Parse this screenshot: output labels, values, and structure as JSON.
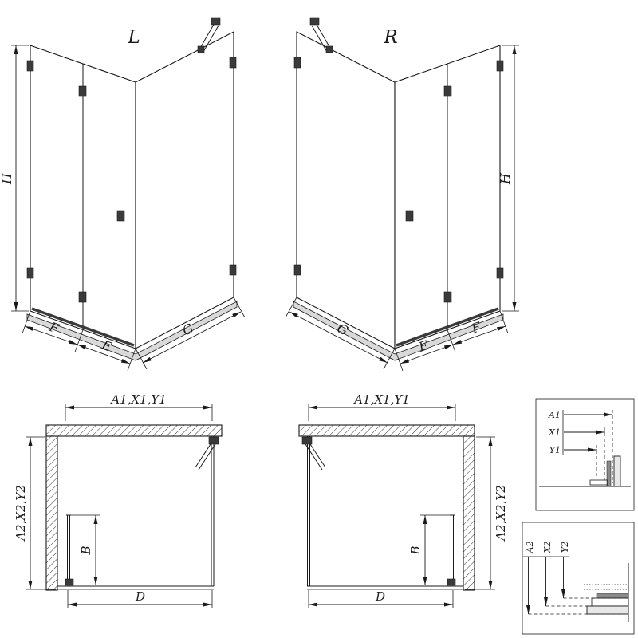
{
  "ink": "#1a1a1a",
  "iso_left": {
    "variant": "L",
    "h": "H",
    "f": "F",
    "e": "E",
    "g": "G"
  },
  "iso_right": {
    "variant": "R",
    "h": "H",
    "f": "F",
    "e": "E",
    "g": "G"
  },
  "plan_left": {
    "top": "A1,X1,Y1",
    "side": "A2,X2,Y2",
    "door": "B",
    "width": "D"
  },
  "plan_right": {
    "top": "A1,X1,Y1",
    "side": "A2,X2,Y2",
    "door": "B",
    "width": "D"
  },
  "detail_top": {
    "labels": [
      "A1",
      "X1",
      "Y1"
    ]
  },
  "detail_bottom": {
    "labels": [
      "A2",
      "X2",
      "Y2"
    ]
  }
}
